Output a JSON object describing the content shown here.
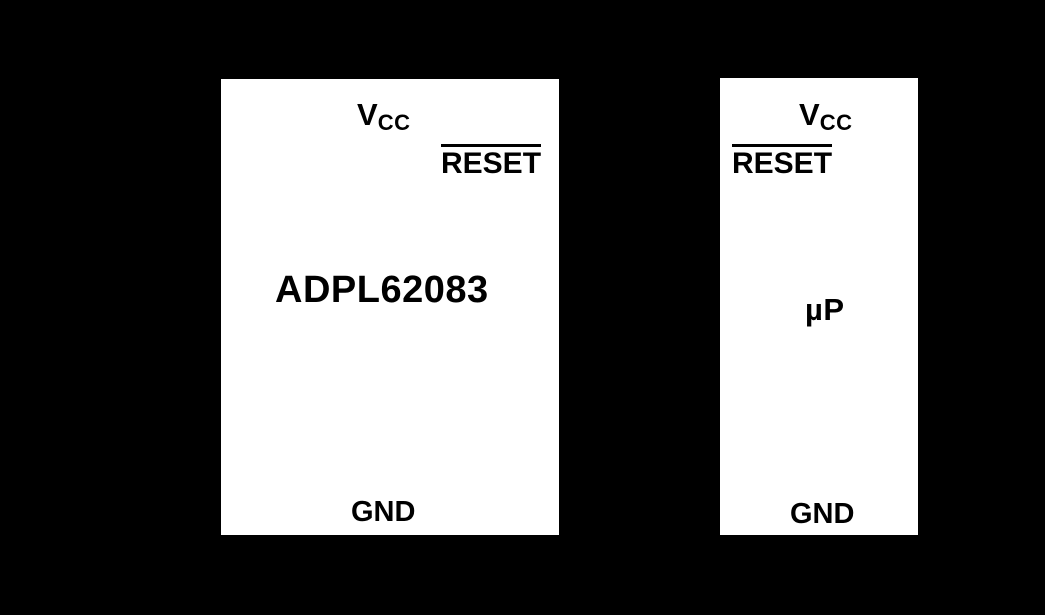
{
  "diagram": {
    "title": "ADPL62083 reset supervisor connected to microprocessor",
    "background_color": "#000000",
    "block_fill_color": "#ffffff",
    "text_color": "#000000",
    "blocks": [
      {
        "id": "adpl62083",
        "name": "ADPL62083",
        "labels": {
          "vcc": "V",
          "vcc_subscript": "CC",
          "reset": "RESET",
          "reset_active_low": true,
          "part_name": "ADPL62083",
          "gnd": "GND"
        }
      },
      {
        "id": "microprocessor",
        "name": "µP",
        "labels": {
          "vcc": "V",
          "vcc_subscript": "CC",
          "reset": "RESET",
          "reset_active_low": true,
          "part_name": "µP",
          "gnd": "GND"
        }
      }
    ]
  }
}
